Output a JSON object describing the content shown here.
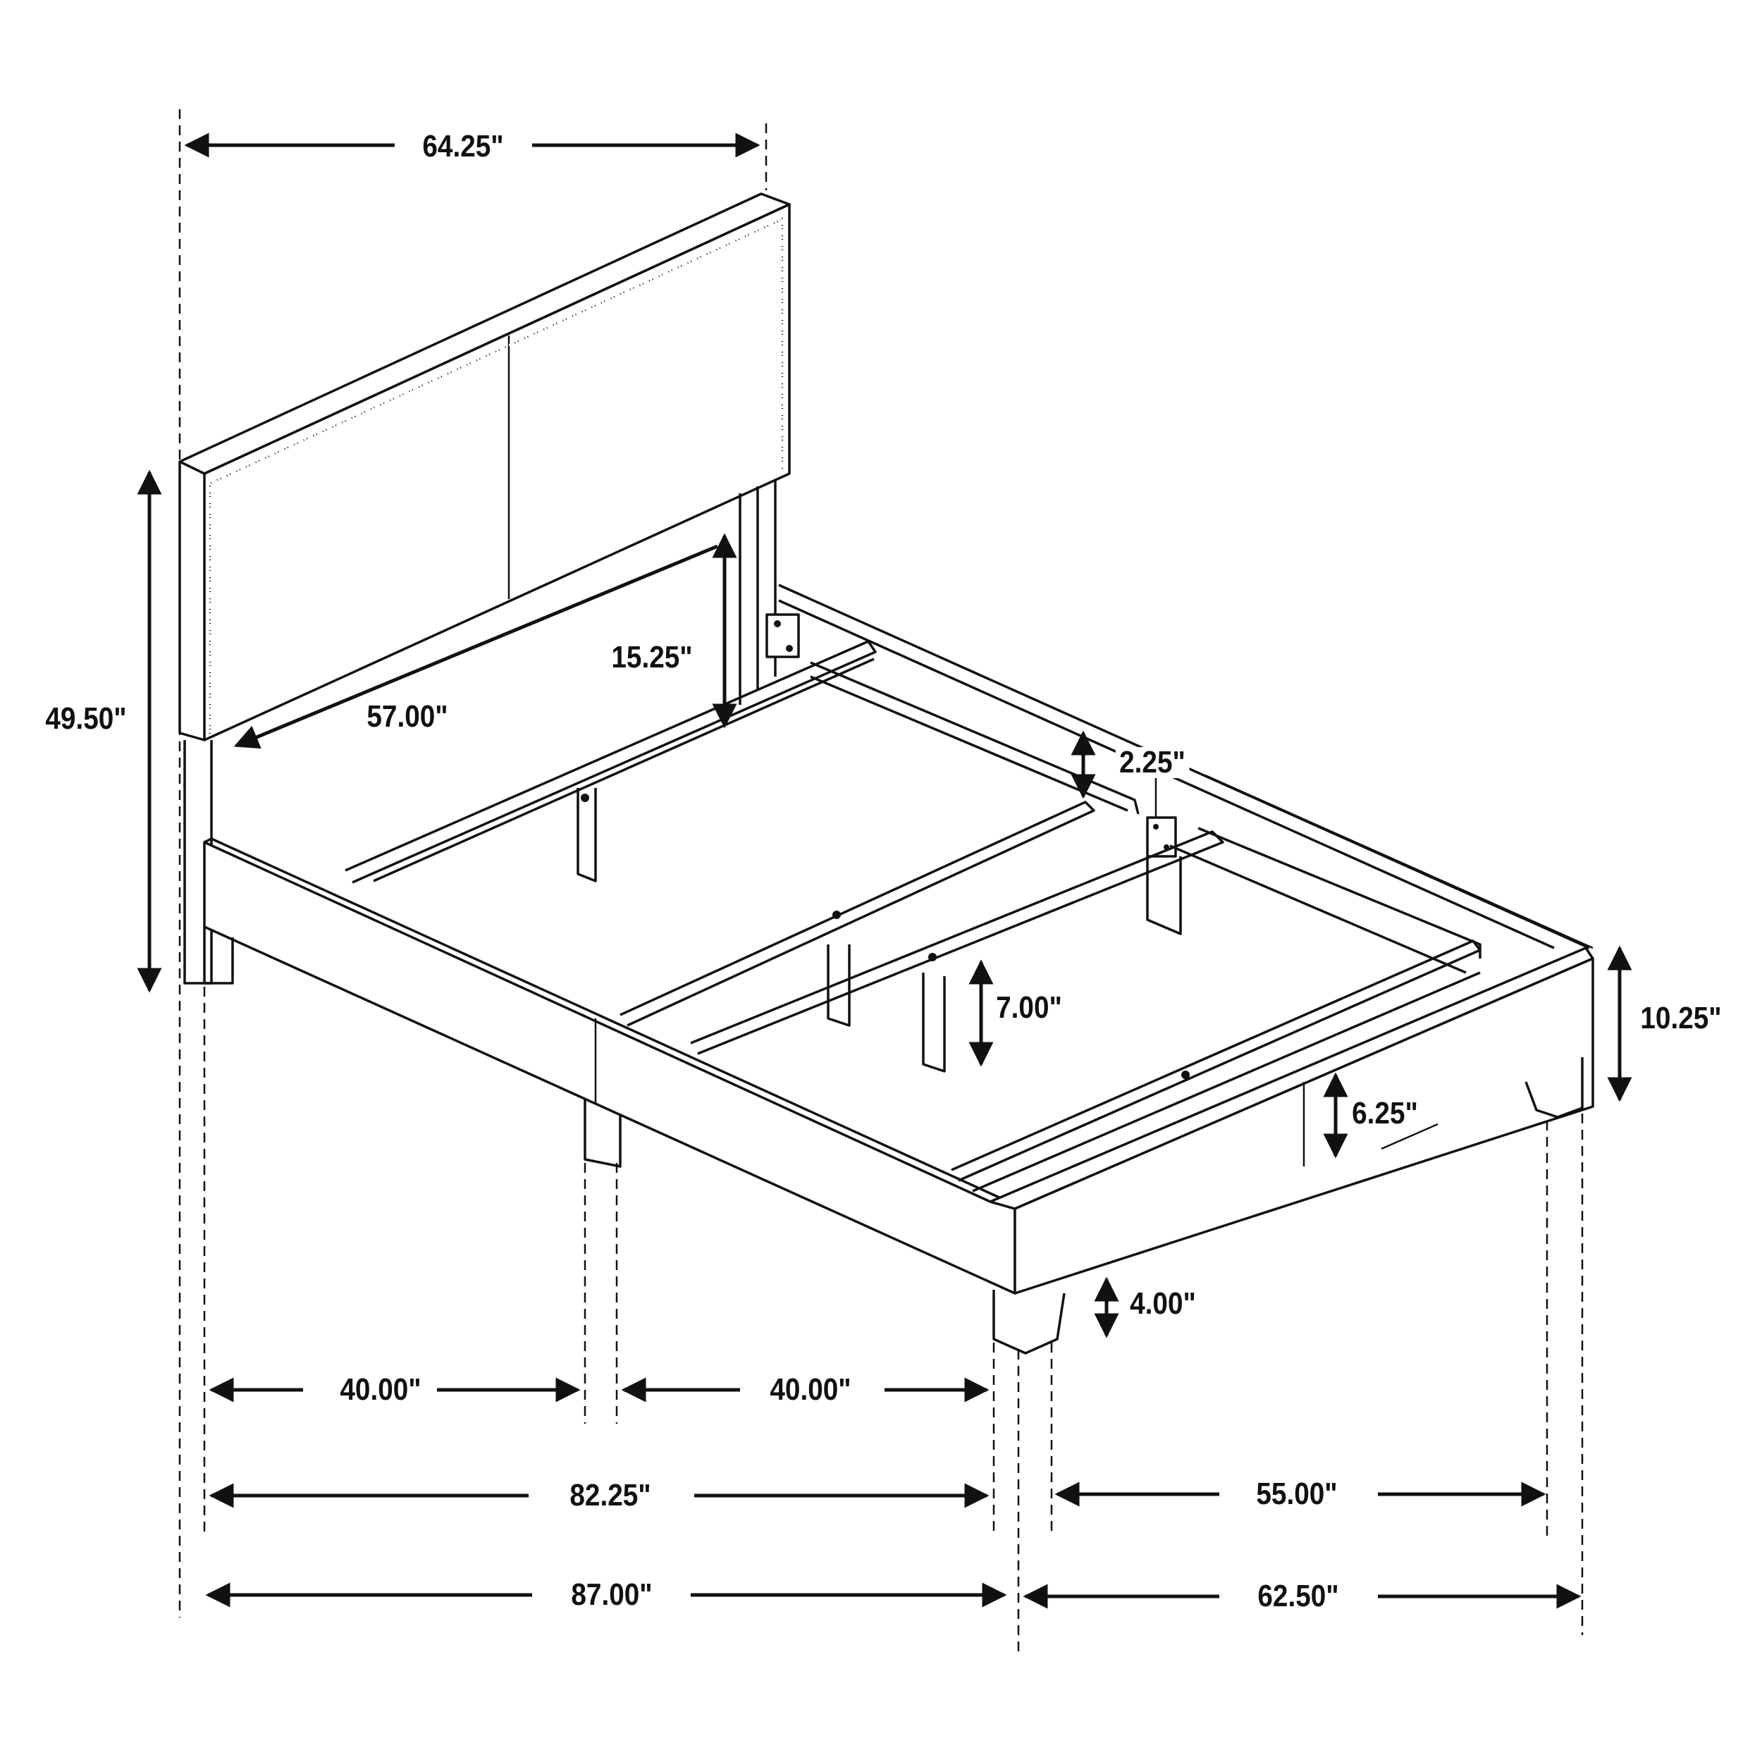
{
  "diagram": {
    "subject": "Upholstered panel bed with nailhead trim - dimension drawing",
    "colors": {
      "line": "#111111",
      "background": "#ffffff"
    },
    "dimensions": {
      "headboard_width": "64.25\"",
      "headboard_height": "49.50\"",
      "headboard_inner_width": "57.00\"",
      "headboard_clearance": "15.25\"",
      "slat_height": "2.25\"",
      "center_leg_height": "7.00\"",
      "rail_height": "10.25\"",
      "rail_panel_height": "6.25\"",
      "leg_height": "4.00\"",
      "leg_span_1": "40.00\"",
      "leg_span_2": "40.00\"",
      "inner_length": "82.25\"",
      "inner_width": "55.00\"",
      "overall_length": "87.00\"",
      "overall_width": "62.50\""
    }
  }
}
